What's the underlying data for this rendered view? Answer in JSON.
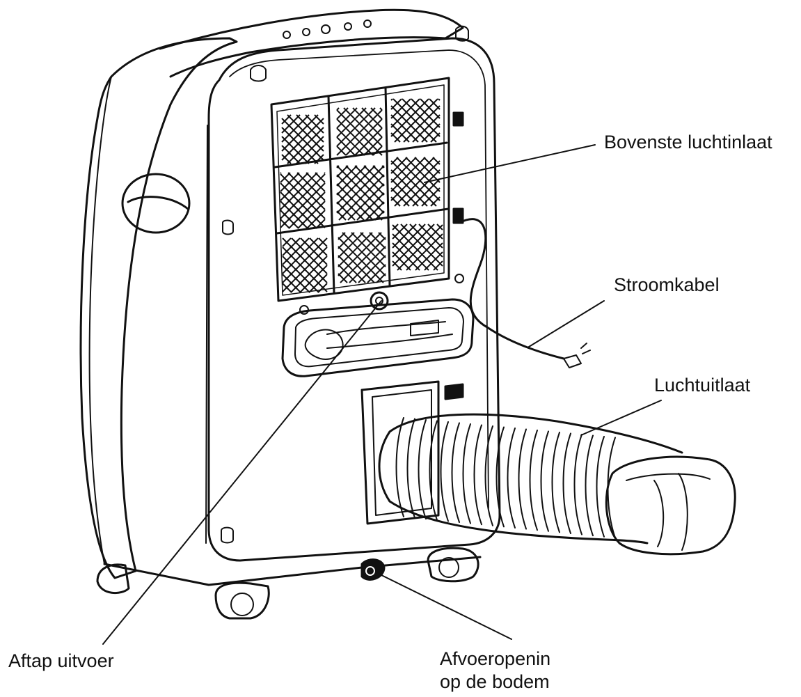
{
  "labels": {
    "top_air_inlet": "Bovenste luchtinlaat",
    "power_cable": "Stroomkabel",
    "air_outlet": "Luchtuitlaat",
    "drain_outlet": "Aftap uitvoer",
    "bottom_drain_line1": "Afvoeropenin",
    "bottom_drain_line2": "op de bodem"
  },
  "colors": {
    "line": "#111111",
    "background": "#ffffff"
  }
}
